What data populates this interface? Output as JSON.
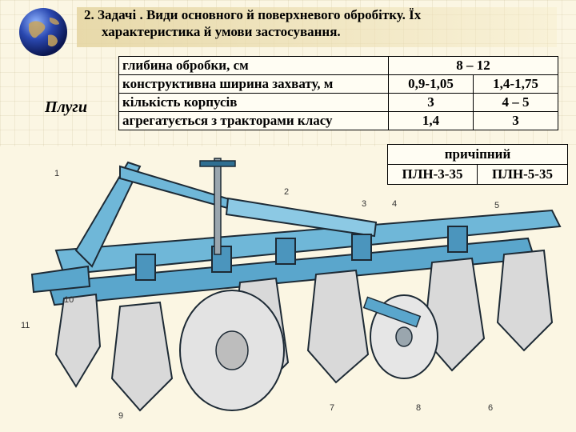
{
  "slide": {
    "title_line1": "2. Задачі . Види основного й поверхневого обробітку. Їх",
    "title_line2": "характеристика й умови застосування.",
    "side_label": "Плуги"
  },
  "spec_table": {
    "rows": [
      {
        "param": "глибина обробки, см",
        "v1": "8 – 12",
        "v2": ""
      },
      {
        "param": "конструктивна ширина захвату, м",
        "v1": "0,9-1,05",
        "v2": "1,4-1,75"
      },
      {
        "param": "кількість корпусів",
        "v1": "3",
        "v2": "4 – 5"
      },
      {
        "param": "агрегатується з тракторами класу",
        "v1": "1,4",
        "v2": "3"
      }
    ],
    "type_row": "причіпний",
    "models": [
      "ПЛН-3-35",
      "ПЛН-5-35"
    ]
  },
  "diagram": {
    "callouts": [
      "1",
      "2",
      "3",
      "4",
      "5",
      "6",
      "7",
      "8",
      "9",
      "10",
      "11"
    ],
    "colors": {
      "frame": "#6fb7d8",
      "frame_dark": "#2f6f92",
      "metal": "#d9d9d9",
      "outline": "#1d2a35"
    }
  }
}
